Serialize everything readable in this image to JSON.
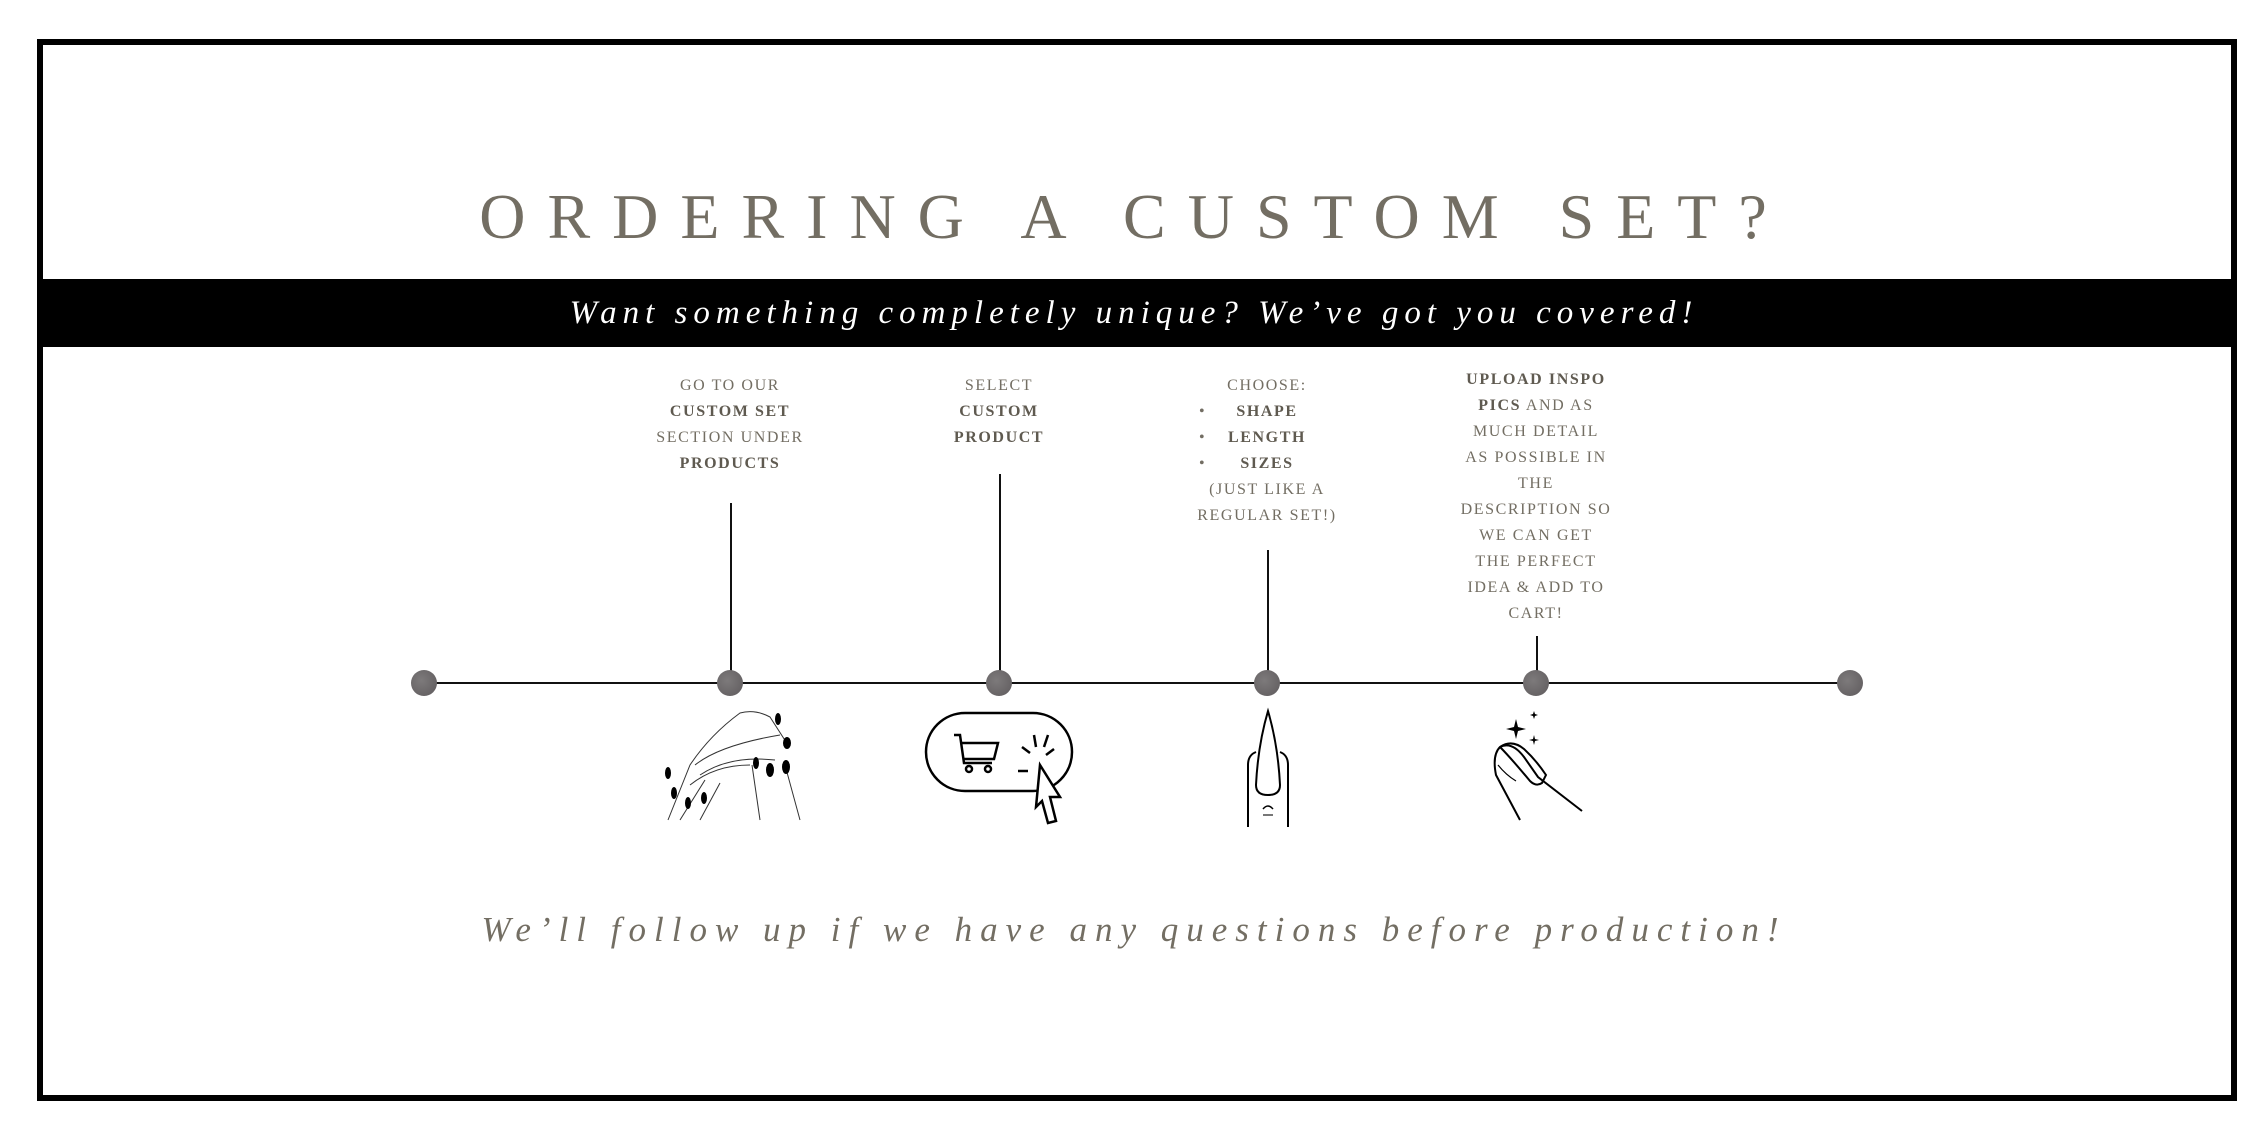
{
  "title": "ORDERING A CUSTOM SET?",
  "subtitle": "Want something completely unique? We’ve got you covered!",
  "steps": [
    {
      "l1": "Go to our",
      "l2": "Custom Set",
      "l3": "section under",
      "l4": "Products",
      "icon": "hands-nails-icon"
    },
    {
      "l1": "Select",
      "l2": "Custom",
      "l3": "Product",
      "icon": "cart-click-icon"
    },
    {
      "l1": "Choose:",
      "b1": "Shape",
      "b2": "Length",
      "b3": "Sizes",
      "l2": "(Just like a",
      "l3": "regular set!)",
      "icon": "stiletto-nail-icon"
    },
    {
      "b1": "Upload inspo",
      "b2": "pics",
      "t1": " and as",
      "t2": "much detail",
      "t3": "as possible in",
      "t4": "the",
      "t5": "description so",
      "t6": "we can get",
      "t7": "the perfect",
      "t8": "idea & add to",
      "t9": "cart!",
      "icon": "sparkle-nail-icon"
    }
  ],
  "footer": "We’ll follow up if we have any questions before production!",
  "colors": {
    "text": "#736e63",
    "band": "#000000",
    "dot": "#6b6869"
  }
}
